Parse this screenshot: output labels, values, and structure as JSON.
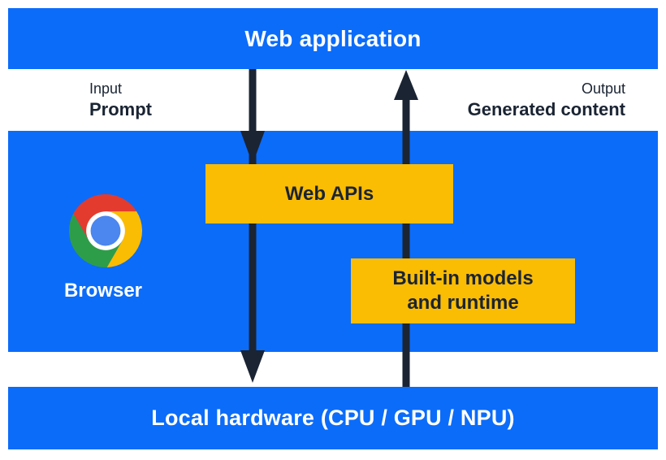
{
  "top_bar": {
    "label": "Web application"
  },
  "input_annotation": {
    "label": "Input",
    "value": "Prompt"
  },
  "output_annotation": {
    "label": "Output",
    "value": "Generated content"
  },
  "browser_section": {
    "browser_label": "Browser",
    "web_apis_label": "Web APIs",
    "builtin_models_line1": "Built-in models",
    "builtin_models_line2": "and runtime"
  },
  "bottom_bar": {
    "label": "Local hardware (CPU / GPU / NPU)"
  },
  "icons": {
    "browser_logo": "chrome-logo-icon"
  },
  "colors": {
    "blue": "#0B6CFA",
    "yellow": "#FBBC04",
    "dark": "#1A2433",
    "white_text": "#FFFFFF",
    "chrome_red": "#E33B2E",
    "chrome_green": "#2E9D49",
    "chrome_yellow": "#FBBC04",
    "chrome_blue": "#4C86EF"
  }
}
